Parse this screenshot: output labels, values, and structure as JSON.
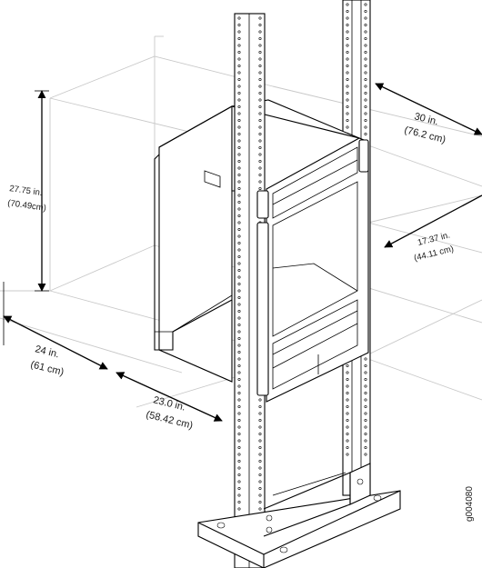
{
  "dimensions": {
    "height": {
      "value": "27.75 in.",
      "metric": "(70.49cm)"
    },
    "depth_rack": {
      "value": "30 in.",
      "metric": "(76.2 cm)"
    },
    "width_front": {
      "value": "17.37 in.",
      "metric": "(44.11 cm)"
    },
    "width_side": {
      "value": "24 in.",
      "metric": "(61 cm)"
    },
    "depth_front": {
      "value": "23.0 in.",
      "metric": "(58.42 cm)"
    }
  },
  "figure_id": "g004080",
  "colors": {
    "line": "#000000",
    "guide": "#c8c8c8",
    "background": "#ffffff"
  }
}
